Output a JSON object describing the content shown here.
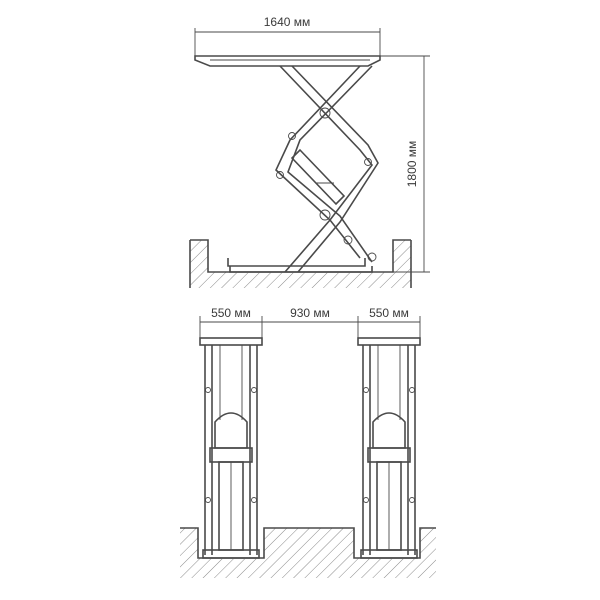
{
  "dimensions": {
    "platform_length": "1640 мм",
    "max_height": "1800 мм",
    "platform_width_left": "550 мм",
    "gap_between": "930 мм",
    "platform_width_right": "550 мм"
  },
  "colors": {
    "line": "#4a4a4a",
    "hatch": "#8a8a8a",
    "text": "#3a3a3a"
  }
}
